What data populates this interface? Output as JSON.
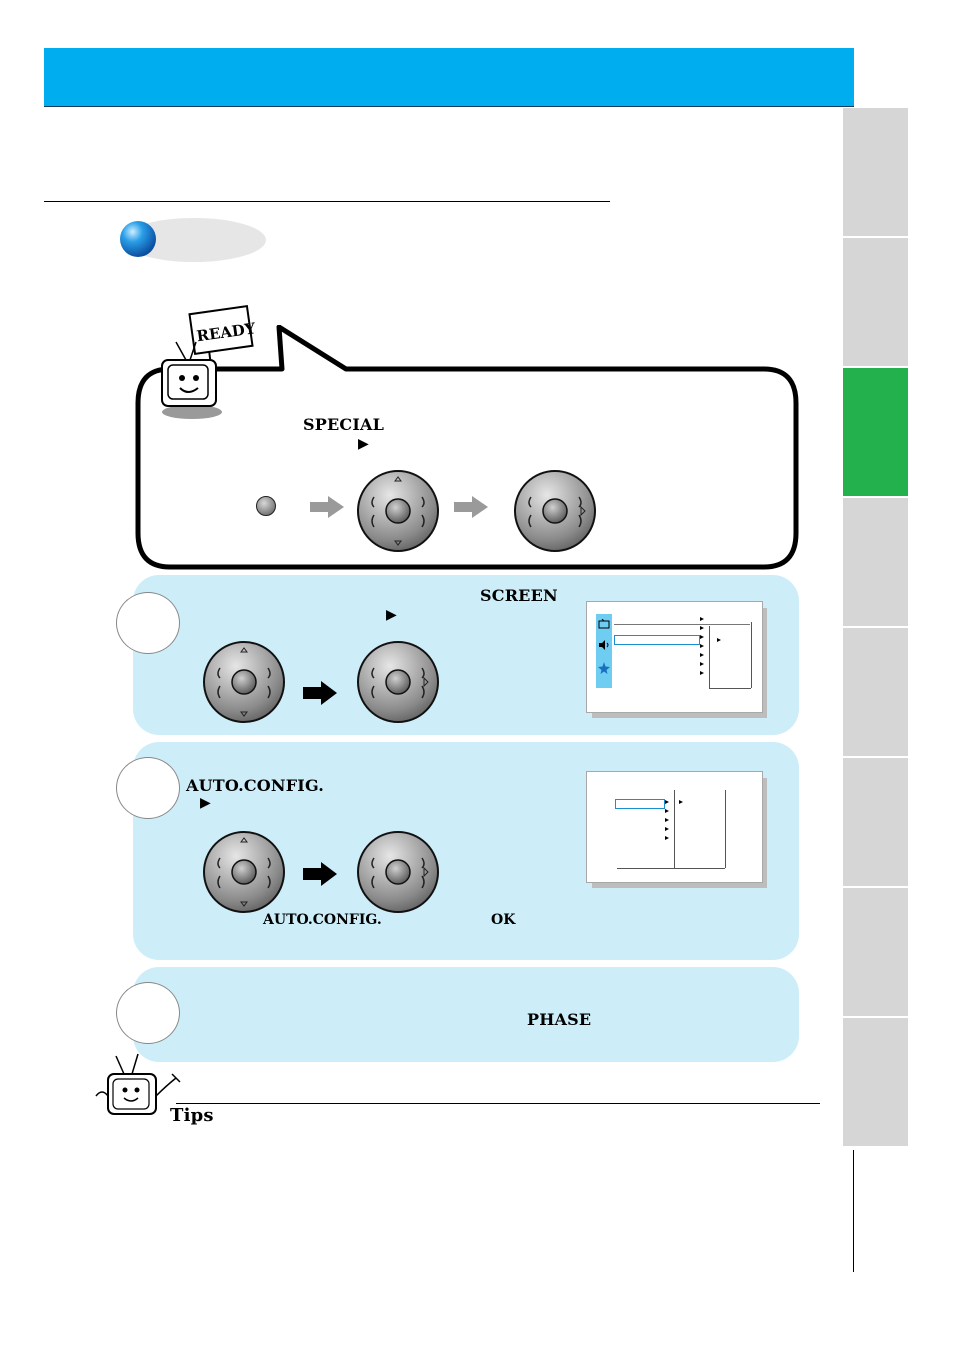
{
  "ready_sign": "READY",
  "callout": {
    "menu_label": "SPECIAL",
    "right_arrow": "▶"
  },
  "step1": {
    "menu_label": "SCREEN",
    "right_arrow": "▶"
  },
  "step2": {
    "menu_label": "AUTO.CONFIG.",
    "right_arrow": "▶",
    "note_label": "AUTO.CONFIG.",
    "ok_label": "OK"
  },
  "step3": {
    "menu_label": "PHASE"
  },
  "tips": {
    "title": "Tips"
  },
  "colors": {
    "header_blue": "#00aeef",
    "panel_blue": "#cdeef9",
    "active_tab_green": "#22b14c",
    "inactive_tab_gray": "#d6d6d6"
  },
  "icons": [
    "blue-sphere-bullet-icon",
    "tv-mascot-ready-icon",
    "remote-button-icon",
    "right-arrow-icon",
    "four-way-pad-icon",
    "tv-mascot-tips-icon",
    "picture-menu-icon",
    "sound-menu-icon",
    "special-menu-icon"
  ]
}
